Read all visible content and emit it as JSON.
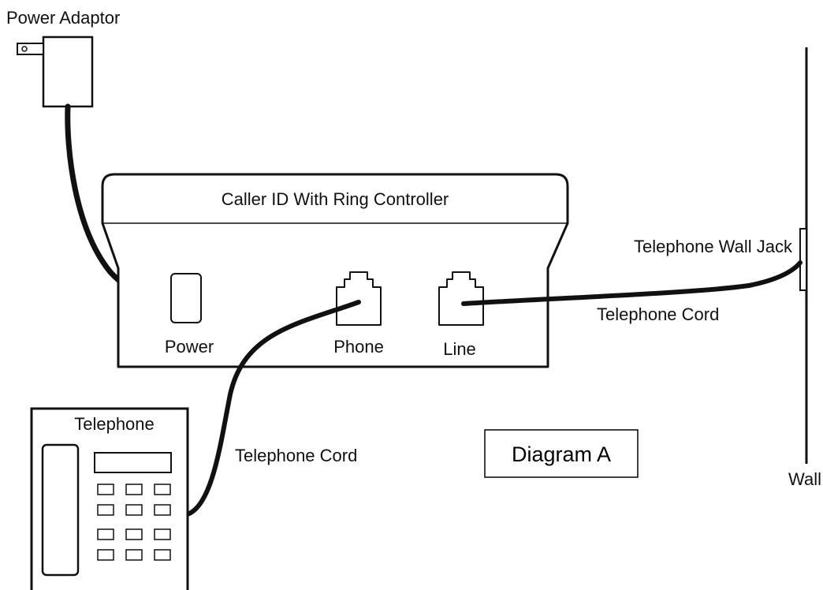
{
  "diagram": {
    "labels": {
      "power_adaptor": "Power Adaptor",
      "device_title": "Caller ID With Ring Controller",
      "power_port": "Power",
      "phone_port": "Phone",
      "line_port": "Line",
      "telephone": "Telephone",
      "telephone_cord_1": "Telephone Cord",
      "telephone_cord_2": "Telephone Cord",
      "wall_jack": "Telephone Wall Jack",
      "wall": "Wall",
      "caption": "Diagram A"
    },
    "colors": {
      "stroke": "#111111",
      "background": "#ffffff"
    }
  }
}
